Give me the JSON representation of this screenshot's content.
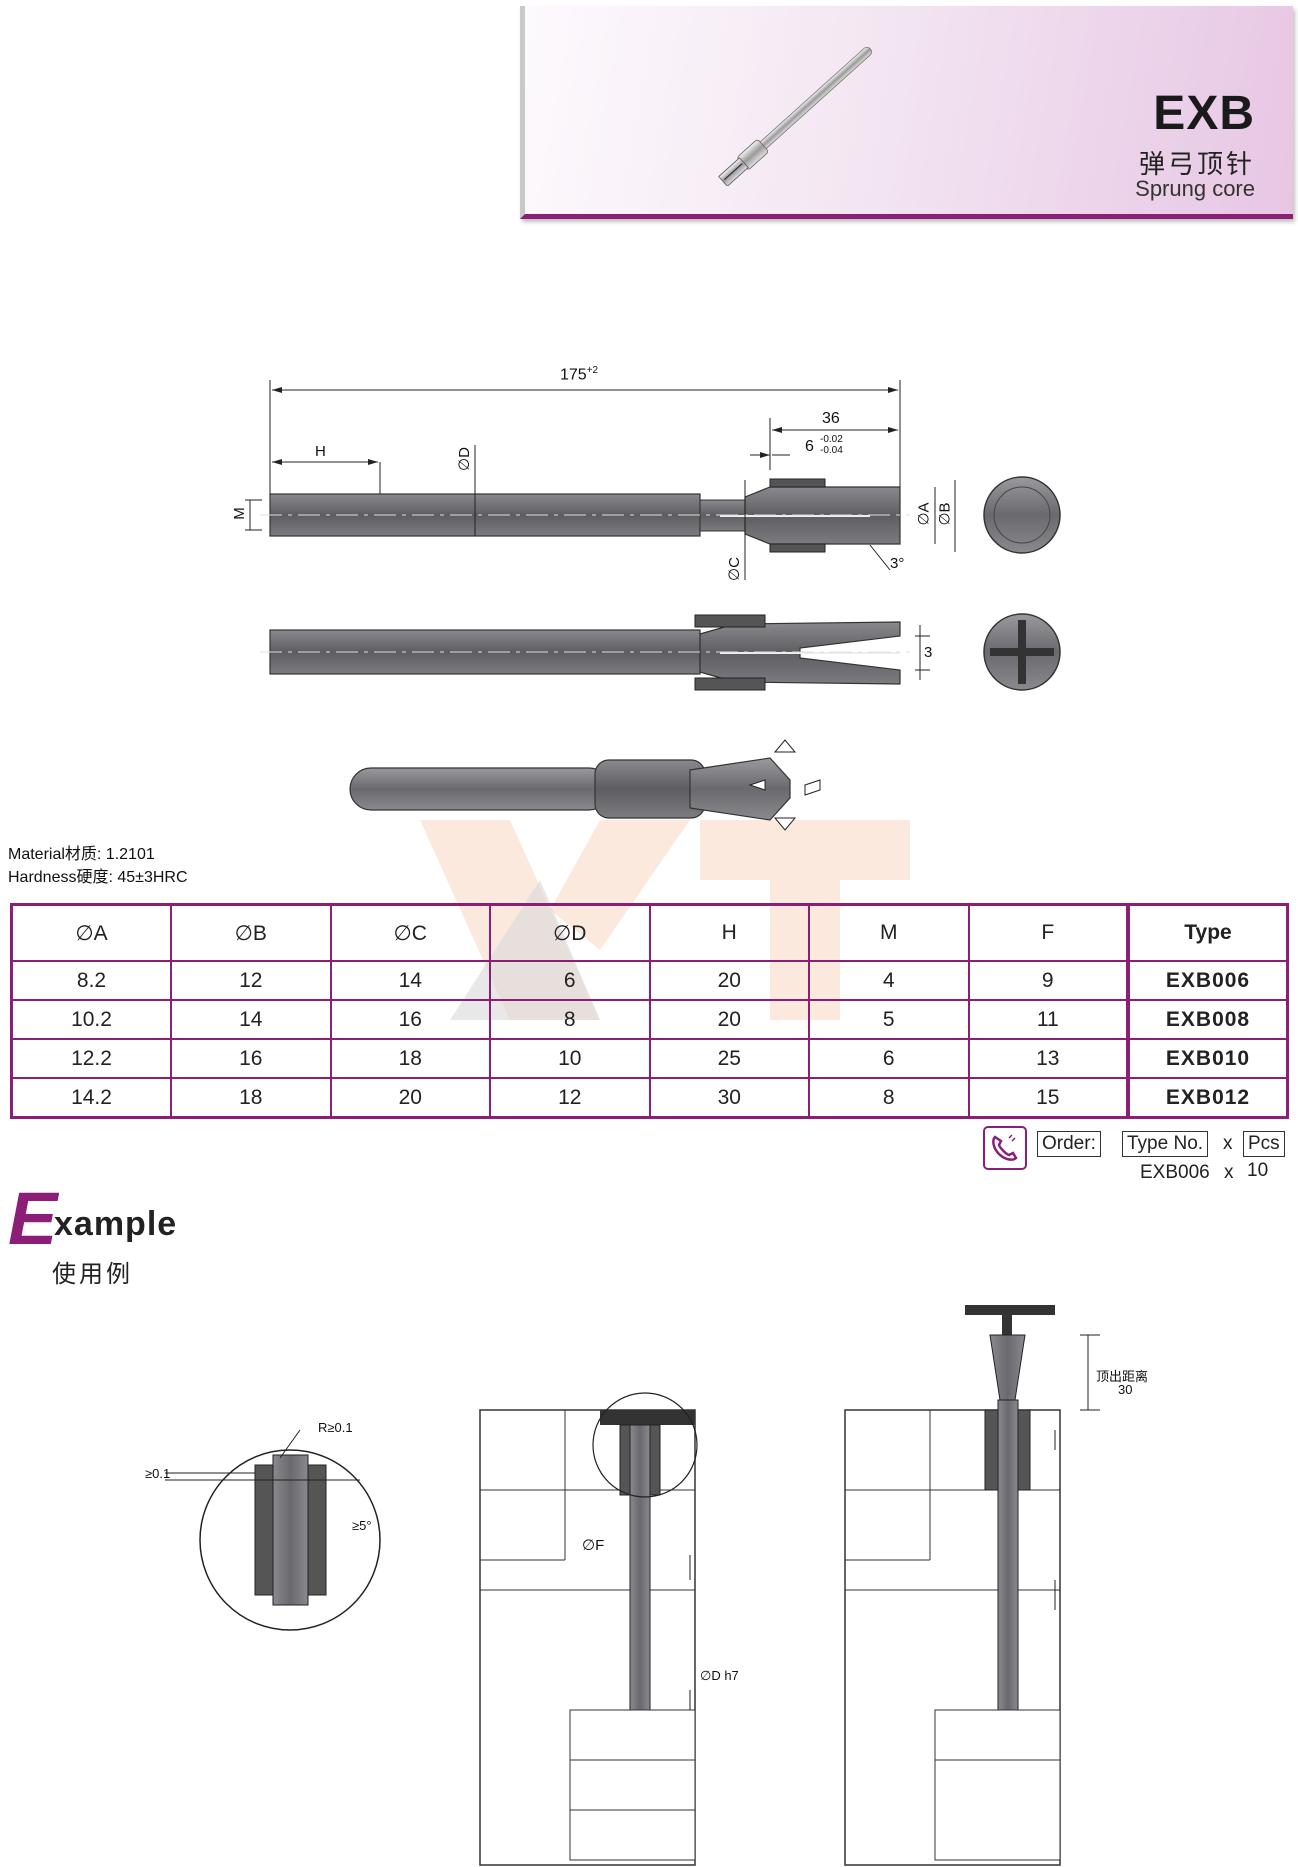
{
  "header": {
    "code": "EXB",
    "title_cn": "弹弓顶针",
    "title_en": "Sprung core"
  },
  "dimensions": {
    "overall_length": "175",
    "overall_tol": "+2",
    "length_36": "36",
    "length_6": "6",
    "tol_upper": "-0.02",
    "tol_lower": "-0.04",
    "label_H": "H",
    "label_D": "∅D",
    "label_M": "M",
    "label_A": "∅A",
    "label_B": "∅B",
    "label_C": "∅C",
    "angle": "3°",
    "opening": "3"
  },
  "material": {
    "material_line": "Material材质: 1.2101",
    "hardness_line": "Hardness硬度: 45±3HRC"
  },
  "table": {
    "headers": [
      "∅A",
      "∅B",
      "∅C",
      "∅D",
      "H",
      "M",
      "F",
      "Type"
    ],
    "rows": [
      [
        "8.2",
        "12",
        "14",
        "6",
        "20",
        "4",
        "9",
        "EXB006"
      ],
      [
        "10.2",
        "14",
        "16",
        "8",
        "20",
        "5",
        "11",
        "EXB008"
      ],
      [
        "12.2",
        "16",
        "18",
        "10",
        "25",
        "6",
        "13",
        "EXB010"
      ],
      [
        "14.2",
        "18",
        "20",
        "12",
        "30",
        "8",
        "15",
        "EXB012"
      ]
    ]
  },
  "order": {
    "order_label": "Order:",
    "type_label": "Type No.",
    "times": "x",
    "pcs_label": "Pcs",
    "example_type": "EXB006",
    "example_times": "x",
    "example_qty": "10"
  },
  "example": {
    "title_letter": "E",
    "title_rest": "xample",
    "title_cn": "使用例",
    "note_R": "R≥0.1",
    "note_01": "≥0.1",
    "note_5": "≥5°",
    "note_F": "∅F",
    "note_Dh7": "∅D h7",
    "note_eject_cn": "顶出距离",
    "note_eject_val": "30"
  },
  "colors": {
    "accent": "#8c1e78",
    "steel": "#6e6e73"
  }
}
